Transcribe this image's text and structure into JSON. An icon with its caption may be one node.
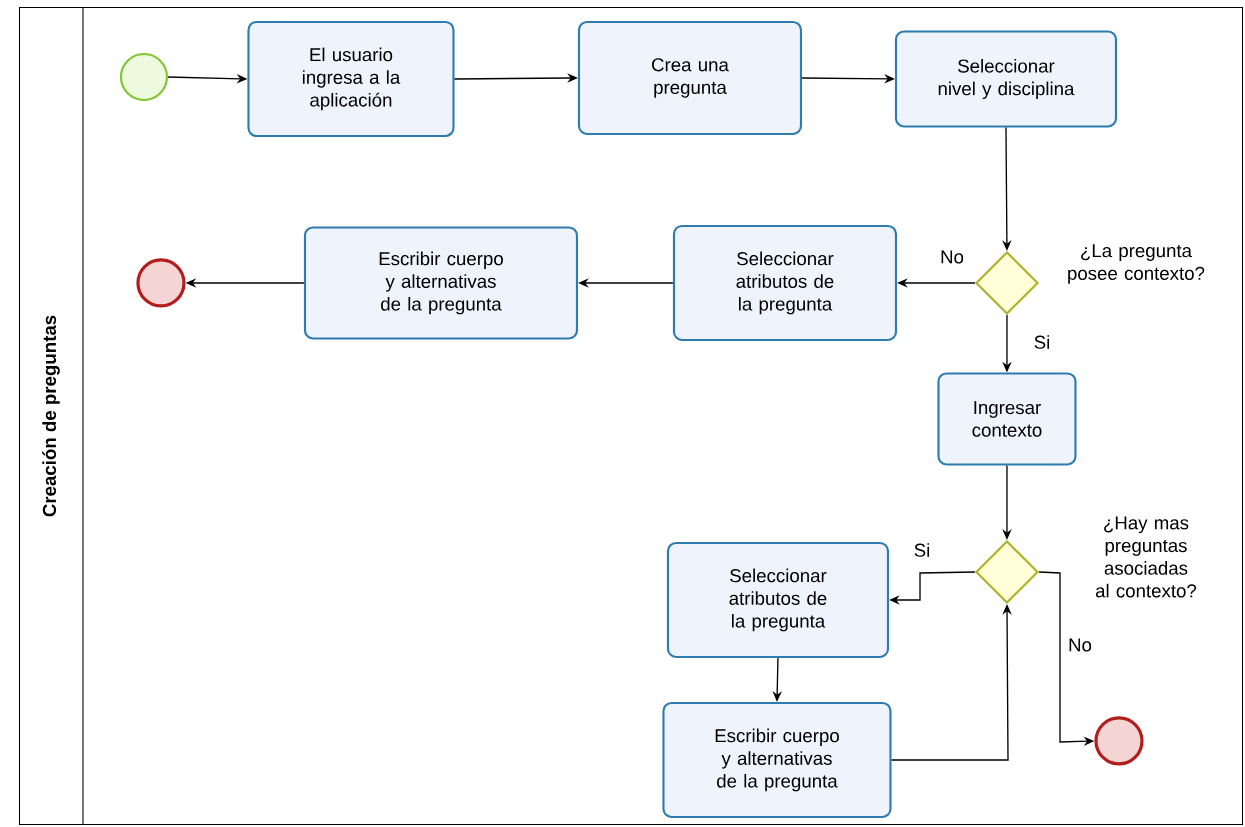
{
  "diagram": {
    "nodes": [
      {
        "text": [
          "Creación de preguntas"
        ]
      },
      {
        "text": [],
        "shape": "circle",
        "in": 0
      },
      {
        "text": [
          "El usuario ingresa a la aplicación"
        ],
        "in": 0
      },
      {
        "text": [
          "Crea una pregunta"
        ],
        "in": 0
      },
      {
        "text": [
          "Seleccionar nivel y disciplina"
        ],
        "in": 0
      },
      {
        "text": [],
        "shape": "diamond",
        "beside": [
          "¿La pregunta posee contexto?"
        ],
        "in": 0
      },
      {
        "text": [
          "Seleccionar atributos de la pregunta"
        ],
        "in": 0
      },
      {
        "text": [
          "Escribir cuerpo y alternativas de la pregunta"
        ],
        "in": 0
      },
      {
        "text": [],
        "shape": "circle",
        "in": 0
      },
      {
        "text": [
          "Ingresar contexto"
        ],
        "in": 0
      },
      {
        "text": [],
        "shape": "diamond",
        "beside": [
          "¿Hay mas preguntas asociadas al contexto?"
        ],
        "in": 0
      },
      {
        "text": [
          "Seleccionar atributos de la pregunta"
        ],
        "in": 0
      },
      {
        "text": [
          "Escribir cuerpo y alternativas de la pregunta"
        ],
        "in": 0
      },
      {
        "text": [],
        "shape": "circle",
        "in": 0
      }
    ],
    "edges": [
      {
        "from": 1,
        "to": 2,
        "arrow": "to"
      },
      {
        "from": 2,
        "to": 3,
        "arrow": "to"
      },
      {
        "from": 3,
        "to": 4,
        "arrow": "to"
      },
      {
        "from": 4,
        "to": 5,
        "arrow": "to"
      },
      {
        "from": 5,
        "to": 6,
        "arrow": "to",
        "label": "No"
      },
      {
        "from": 6,
        "to": 7,
        "arrow": "to"
      },
      {
        "from": 7,
        "to": 8,
        "arrow": "to"
      },
      {
        "from": 5,
        "to": 9,
        "arrow": "to",
        "label": "Si"
      },
      {
        "from": 9,
        "to": 10,
        "arrow": "to"
      },
      {
        "from": 10,
        "to": 11,
        "arrow": "to",
        "label": "Si"
      },
      {
        "from": 11,
        "to": 12,
        "arrow": "to"
      },
      {
        "from": 12,
        "to": 10,
        "arrow": "to"
      },
      {
        "from": 10,
        "to": 13,
        "arrow": "to",
        "label": "No"
      }
    ]
  }
}
